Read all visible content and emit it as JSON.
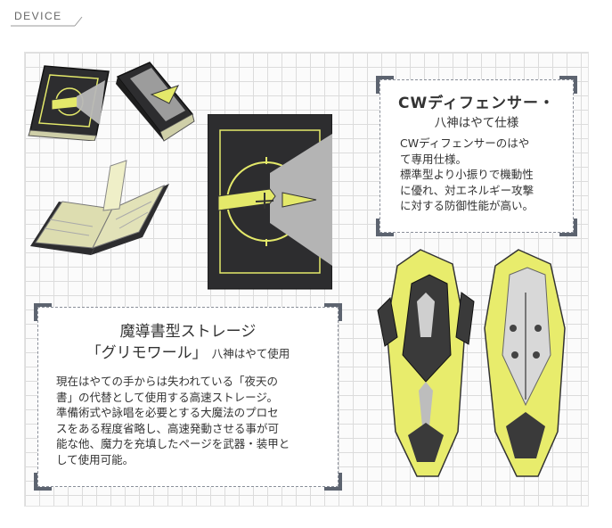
{
  "header": {
    "tag": "DEVICE"
  },
  "cw_box": {
    "title": "CWディフェンサー・",
    "subtitle": "八神はやて仕様",
    "lines": [
      "CWディフェンサーのはや",
      "て専用仕様。",
      "標準型より小振りで機動性",
      "に優れ、対エネルギー攻撃",
      "に対する防御性能が高い。"
    ]
  },
  "grimoire_box": {
    "title": "魔導書型ストレージ",
    "subtitle_main": "「グリモワール」",
    "subtitle_small": "八神はやて使用",
    "lines": [
      "現在はやての手からは失われている「夜天の",
      "書」の代替として使用する高速ストレージ。",
      "準備術式や詠唱を必要とする大魔法のプロセ",
      "スをある程度省略し、高速発動させる事が可",
      "能な他、魔力を充填したページを武器・装甲と",
      "して使用可能。"
    ]
  },
  "colors": {
    "accent": "#e4e96a",
    "book": "#2d2d2f",
    "frame": "#5d6470"
  }
}
